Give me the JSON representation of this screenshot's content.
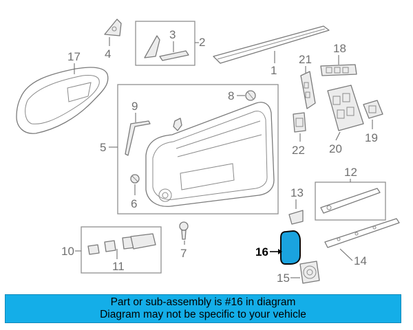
{
  "callouts": {
    "c1": "1",
    "c2": "2",
    "c3": "3",
    "c4": "4",
    "c5": "5",
    "c6": "6",
    "c7": "7",
    "c8": "8",
    "c9": "9",
    "c10": "10",
    "c11": "11",
    "c12": "12",
    "c13": "13",
    "c14": "14",
    "c15": "15",
    "c16": "16",
    "c17": "17",
    "c18": "18",
    "c19": "19",
    "c20": "20",
    "c21": "21",
    "c22": "22"
  },
  "highlight_part": "16",
  "highlight_color": "#1aa3df",
  "banner": {
    "line1": "Part or sub-assembly is #16 in diagram",
    "line2": "Diagram may not be specific to your vehicle"
  }
}
